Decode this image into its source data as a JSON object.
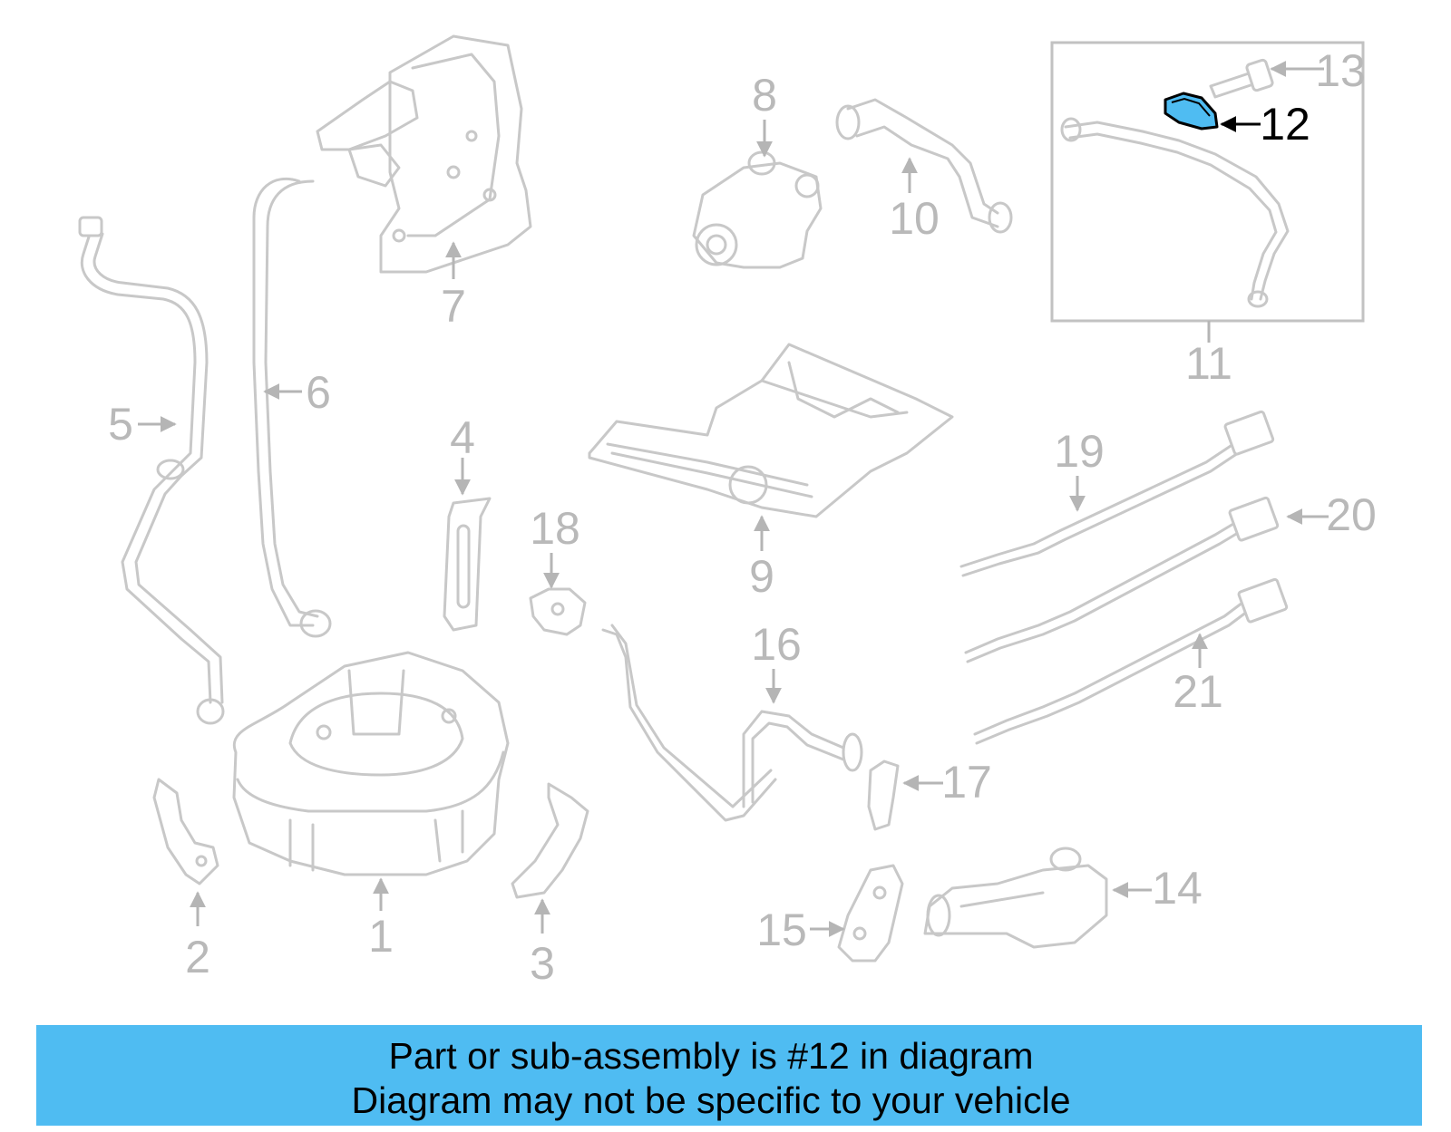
{
  "banner": {
    "line1": "Part or sub-assembly is #12 in diagram",
    "line2": "Diagram may not be specific to your vehicle"
  },
  "highlight_color": "#4fbcf2",
  "callouts": {
    "c1": "1",
    "c2": "2",
    "c3": "3",
    "c4": "4",
    "c5": "5",
    "c6": "6",
    "c7": "7",
    "c8": "8",
    "c9": "9",
    "c10": "10",
    "c11": "11",
    "c12": "12",
    "c13": "13",
    "c14": "14",
    "c15": "15",
    "c16": "16",
    "c17": "17",
    "c18": "18",
    "c19": "19",
    "c20": "20",
    "c21": "21"
  }
}
